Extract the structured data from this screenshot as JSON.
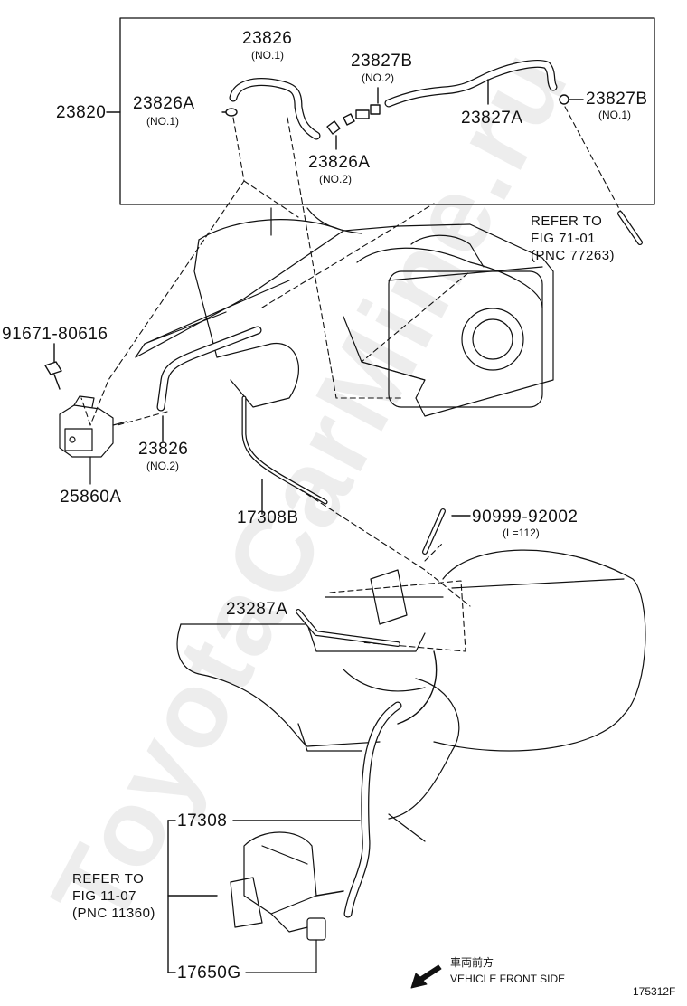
{
  "watermark": "ToyotaCarMine.ru",
  "parts": {
    "p23820": "23820",
    "p23826_top": "23826",
    "p23826_top_sub": "(NO.1)",
    "p23826A_1": "23826A",
    "p23826A_1_sub": "(NO.1)",
    "p23827B_2": "23827B",
    "p23827B_2_sub": "(NO.2)",
    "p23827B_1": "23827B",
    "p23827B_1_sub": "(NO.1)",
    "p23827A": "23827A",
    "p23826A_2": "23826A",
    "p23826A_2_sub": "(NO.2)",
    "p91671": "91671-80616",
    "p23826_2": "23826",
    "p23826_2_sub": "(NO.2)",
    "p25860A": "25860A",
    "p17308B": "17308B",
    "p90999": "90999-92002",
    "p90999_sub": "(L=112)",
    "p23287A": "23287A",
    "p17308": "17308",
    "p17650G": "17650G"
  },
  "refs": {
    "ref_top": "REFER TO\nFIG 71-01\n(PNC 77263)",
    "ref_bottom": "REFER TO\nFIG 11-07\n(PNC 11360)"
  },
  "footer": {
    "front_jp": "車両前方",
    "front_en": "VEHICLE FRONT SIDE",
    "fig_code": "175312F"
  }
}
